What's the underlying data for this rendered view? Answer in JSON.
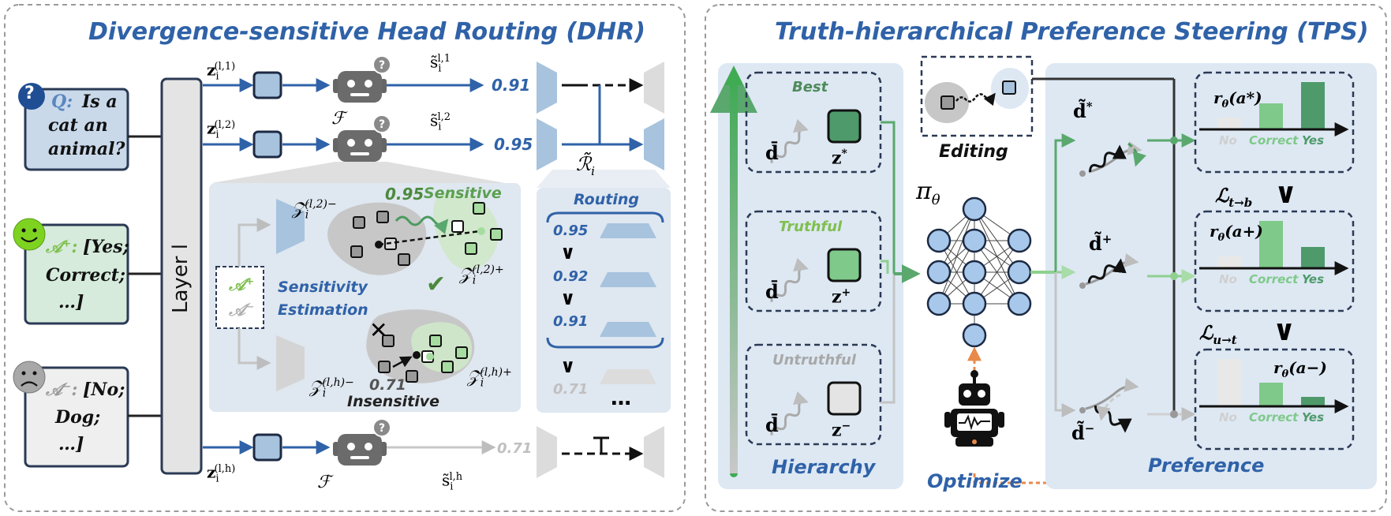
{
  "dhr": {
    "title": "Divergence-sensitive Head Routing (DHR)",
    "layer_label": "Layer l",
    "inputs": {
      "question": {
        "symbol": "Q:",
        "text_lines": [
          "Is a",
          "cat an",
          "animal?"
        ]
      },
      "positive": {
        "symbol": "𝒜⁺:",
        "text_lines": [
          "[Yes;",
          "Correct;",
          "…]"
        ]
      },
      "negative": {
        "symbol": "𝒜⁻:",
        "text_lines": [
          "[No;",
          "Dog;",
          "…]"
        ]
      }
    },
    "heads": [
      {
        "z_label": "z",
        "z_sup": "(l,1)",
        "s_label": "s̃",
        "s_sup": "l,1",
        "score": "0.91"
      },
      {
        "z_label": "z",
        "z_sup": "(l,2)",
        "s_label": "s̃",
        "s_sup": "l,2",
        "score": "0.95"
      },
      {
        "z_label": "z",
        "z_sup": "(l,h)",
        "s_label": "s̃",
        "s_sup": "l,h",
        "score": "0.71"
      }
    ],
    "sub_i": "i",
    "scorer_label": "ℱ",
    "routing_set": "ℛ̃",
    "sensitivity": {
      "label_line1": "Sensitivity",
      "label_line2": "Estimation",
      "ap_label": "𝒜⁺",
      "am_label": "𝒜⁻",
      "cluster_top_minus": "𝒵",
      "cluster_top_minus_sup": "(l,2)−",
      "cluster_top_plus": "𝒵",
      "cluster_top_plus_sup": "(l,2)+",
      "sensitive_score": "0.95",
      "sensitive_label": "Sensitive",
      "cluster_bot_minus": "𝒵",
      "cluster_bot_minus_sup": "(l,h)−",
      "cluster_bot_plus": "𝒵",
      "cluster_bot_plus_sup": "(l,h)+",
      "insensitive_score": "0.71",
      "insensitive_label": "Insensitive",
      "check": "✔",
      "cross": "✕"
    },
    "routing": {
      "title": "Routing",
      "ranks": [
        "0.95",
        "0.92",
        "0.91",
        "0.71"
      ],
      "ellipsis": "…"
    }
  },
  "tps": {
    "title": "Truth-hierarchical Preference Steering (TPS)",
    "hierarchy": {
      "label": "Hierarchy",
      "levels": [
        {
          "name": "Best",
          "d": "d̄",
          "z": "z",
          "z_sup": "*"
        },
        {
          "name": "Truthful",
          "d": "d̄",
          "z": "z",
          "z_sup": "+"
        },
        {
          "name": "Untruthful",
          "d": "d̄",
          "z": "z",
          "z_sup": "−"
        }
      ]
    },
    "editing_label": "Editing",
    "policy_label": "π",
    "policy_sub": "θ",
    "optimize_label": "Optimize",
    "preference": {
      "label": "Preference",
      "d_labels": [
        {
          "d": "d̃",
          "sup": "*"
        },
        {
          "d": "d̃",
          "sup": "+"
        },
        {
          "d": "d̃",
          "sup": "−"
        }
      ],
      "reward_sym": "r",
      "reward_sub": "θ",
      "panels": [
        {
          "arg": "(a*)",
          "values": [
            0.25,
            0.55,
            1.0
          ]
        },
        {
          "arg": "(a+)",
          "values": [
            0.25,
            1.0,
            0.45
          ]
        },
        {
          "arg": "(a−)",
          "values": [
            1.0,
            0.5,
            0.2
          ]
        }
      ],
      "categories": [
        "No",
        "Correct",
        "Yes"
      ],
      "losses": [
        {
          "sym": "ℒ",
          "sub": "t→b"
        },
        {
          "sym": "ℒ",
          "sub": "u→t"
        }
      ],
      "greater_sign": "∨"
    },
    "colors": {
      "best": "#4e9a6b",
      "truthful": "#7fc98a",
      "untruthful": "#e4e4e4",
      "no_bar": "#e8e8e8",
      "accent_blue": "#2f62a8",
      "panel_bg": "#dde8f3",
      "orange": "#e8894a"
    }
  }
}
